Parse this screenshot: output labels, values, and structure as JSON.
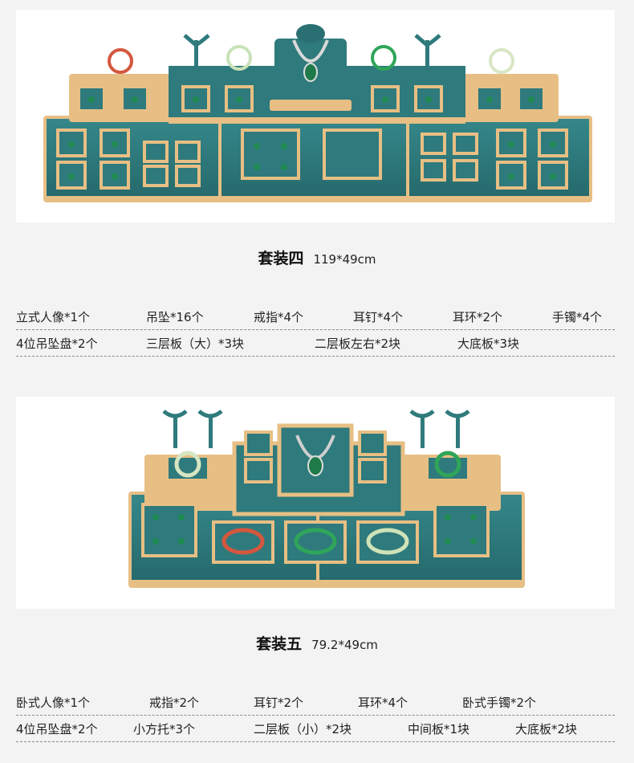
{
  "sets": [
    {
      "name": "套装四",
      "size": "119*49cm",
      "rows": [
        [
          "立式人像*1个",
          "吊坠*16个",
          "戒指*4个",
          "耳钉*4个",
          "耳环*2个",
          "手镯*4个"
        ],
        [
          "4位吊坠盘*2个",
          "三层板（大）*3块",
          "二层板左右*2块",
          "大底板*3块"
        ]
      ]
    },
    {
      "name": "套装五",
      "size": "79.2*49cm",
      "rows": [
        [
          "卧式人像*1个",
          "戒指*2个",
          "耳钉*2个",
          "耳环*4个",
          "卧式手镯*2个"
        ],
        [
          "4位吊坠盘*2个",
          "小方托*3个",
          "二层板（小）*2块",
          "中间板*1块",
          "大底板*2块"
        ]
      ]
    }
  ],
  "colors": {
    "teal": "#2f7a7c",
    "teal_dark": "#215e60",
    "tan": "#e7bf84",
    "tan_dark": "#c99b5c",
    "jade": "#2fa55a",
    "divider": "#8a8a8a"
  }
}
